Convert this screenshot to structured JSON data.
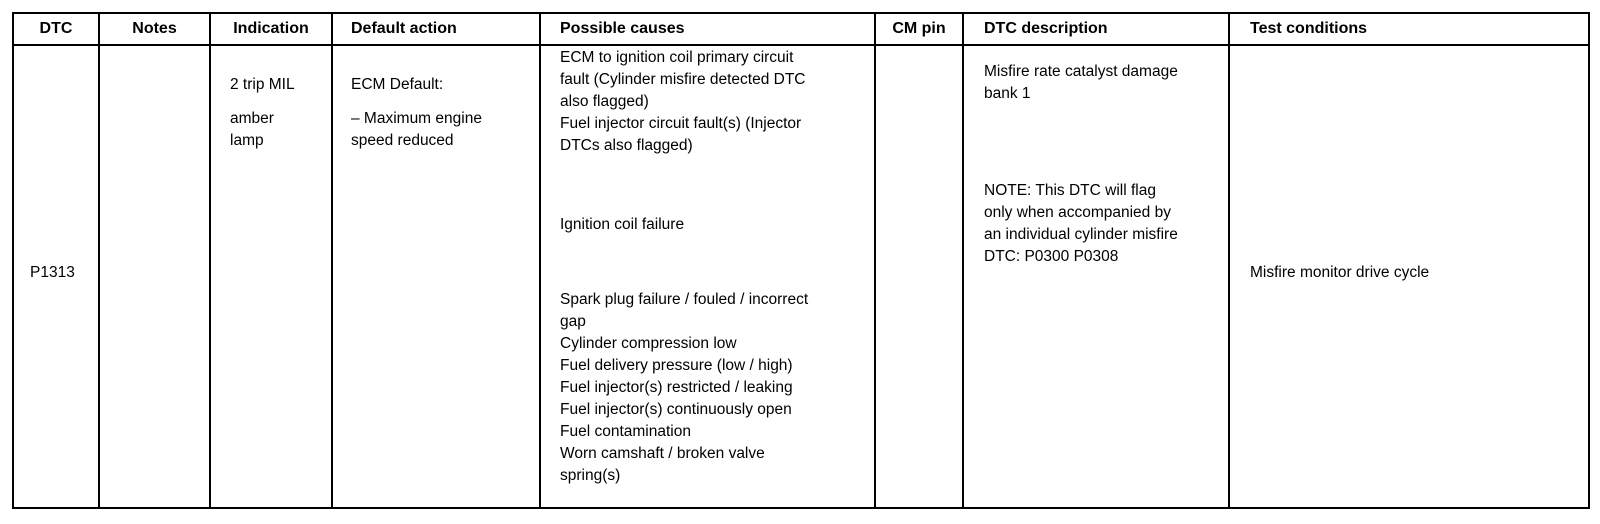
{
  "table": {
    "headers": {
      "dtc": "DTC",
      "notes": "Notes",
      "indication": "Indication",
      "default_action": "Default action",
      "possible_causes": "Possible causes",
      "cm_pin": "CM pin",
      "dtc_description": "DTC description",
      "test_conditions": "Test conditions"
    },
    "row": {
      "dtc": "P1313",
      "notes": "",
      "indication": [
        "2 trip MIL",
        "amber",
        "lamp"
      ],
      "default_action": [
        "ECM Default:",
        "– Maximum engine",
        "speed reduced"
      ],
      "possible_causes": {
        "group1": [
          "ECM to ignition coil primary circuit",
          "fault (Cylinder misfire detected DTC",
          "also flagged)",
          "Fuel injector circuit fault(s) (Injector",
          "DTCs also flagged)"
        ],
        "group2": [
          "Ignition coil failure"
        ],
        "group3": [
          "Spark plug failure / fouled / incorrect",
          "gap",
          "Cylinder compression low",
          "Fuel delivery pressure (low / high)",
          "Fuel injector(s) restricted / leaking",
          "Fuel injector(s) continuously open",
          "Fuel contamination",
          "Worn camshaft / broken valve",
          "spring(s)"
        ]
      },
      "cm_pin": "",
      "dtc_description": {
        "main": [
          "Misfire rate catalyst damage",
          "bank 1"
        ],
        "note": [
          "NOTE: This DTC will flag",
          "only when accompanied by",
          "an individual cylinder misfire",
          "DTC: P0300 P0308"
        ]
      },
      "test_conditions": "Misfire monitor drive cycle"
    }
  }
}
